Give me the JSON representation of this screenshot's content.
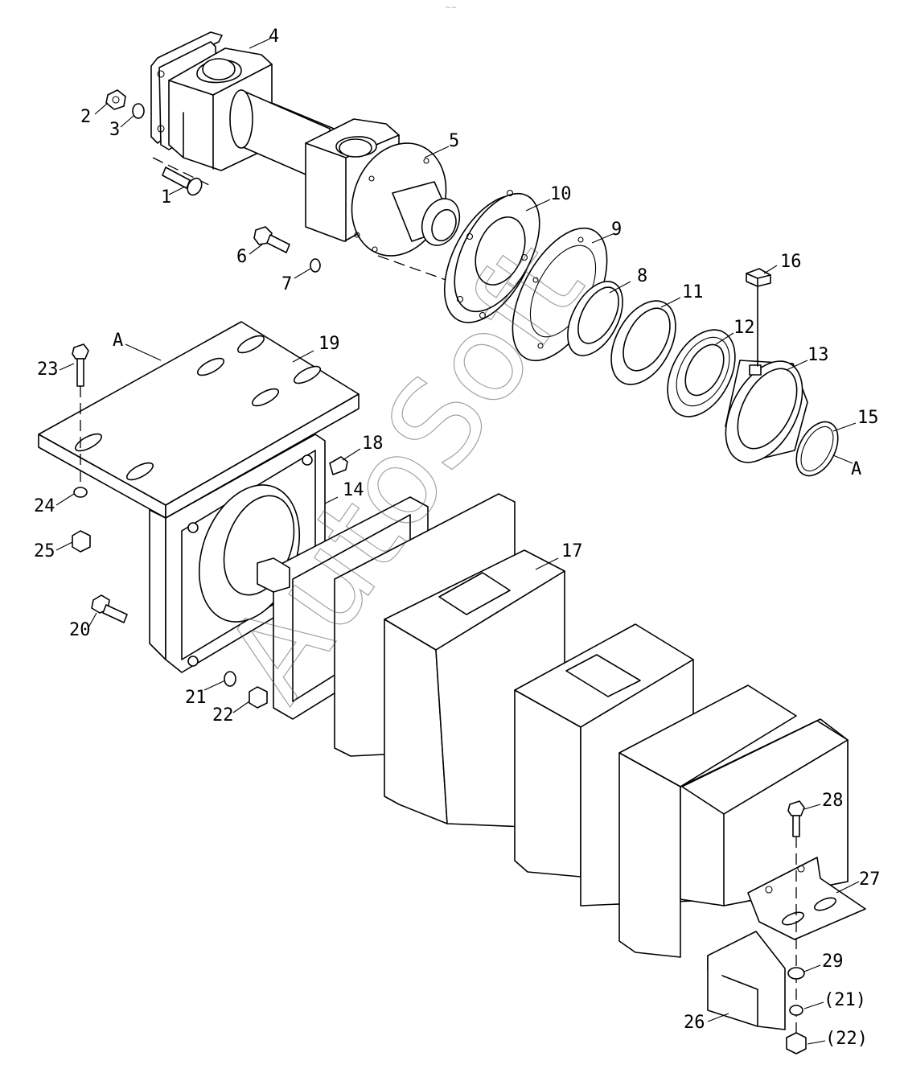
{
  "watermark": "AutoSoft",
  "top_mark": "~~",
  "callouts": [
    {
      "id": "c1",
      "text": "1"
    },
    {
      "id": "c2",
      "text": "2"
    },
    {
      "id": "c3",
      "text": "3"
    },
    {
      "id": "c4",
      "text": "4"
    },
    {
      "id": "c5",
      "text": "5"
    },
    {
      "id": "c6",
      "text": "6"
    },
    {
      "id": "c7",
      "text": "7"
    },
    {
      "id": "c8",
      "text": "8"
    },
    {
      "id": "c9",
      "text": "9"
    },
    {
      "id": "c10",
      "text": "10"
    },
    {
      "id": "c11",
      "text": "11"
    },
    {
      "id": "c12",
      "text": "12"
    },
    {
      "id": "c13",
      "text": "13"
    },
    {
      "id": "c14",
      "text": "14"
    },
    {
      "id": "c15",
      "text": "15"
    },
    {
      "id": "c16",
      "text": "16"
    },
    {
      "id": "c17",
      "text": "17"
    },
    {
      "id": "c18",
      "text": "18"
    },
    {
      "id": "c19",
      "text": "19"
    },
    {
      "id": "c20",
      "text": "20"
    },
    {
      "id": "c21",
      "text": "21"
    },
    {
      "id": "c22",
      "text": "22"
    },
    {
      "id": "c23",
      "text": "23"
    },
    {
      "id": "c24",
      "text": "24"
    },
    {
      "id": "c25",
      "text": "25"
    },
    {
      "id": "c26",
      "text": "26"
    },
    {
      "id": "c27",
      "text": "27"
    },
    {
      "id": "c28",
      "text": "28"
    },
    {
      "id": "c29",
      "text": "29"
    },
    {
      "id": "c21b",
      "text": "(21)"
    },
    {
      "id": "c22b",
      "text": "(22)"
    },
    {
      "id": "cA1",
      "text": "A"
    },
    {
      "id": "cA2",
      "text": "A"
    }
  ]
}
